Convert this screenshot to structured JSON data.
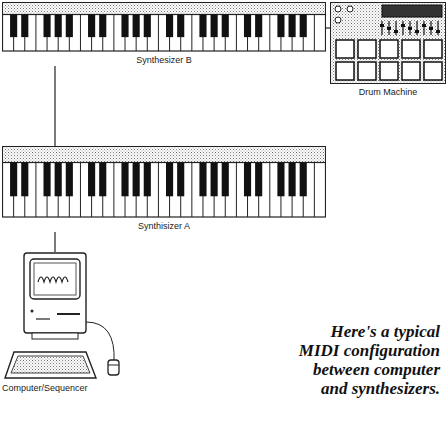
{
  "diagram": {
    "caption": "Here's a typical MIDI configuration between computer and synthesizers.",
    "nodes": [
      {
        "text": [
          "Synthesizer B"
        ]
      },
      {
        "text": [
          "Drum Machine"
        ]
      },
      {
        "text": [
          "Synthisizer A"
        ]
      },
      {
        "text": [
          "Computer/Sequencer"
        ]
      }
    ],
    "edges": [
      {
        "from": 0,
        "to": 1,
        "arrow": "none"
      },
      {
        "from": 0,
        "to": 2,
        "arrow": "none"
      },
      {
        "from": 2,
        "to": 3,
        "arrow": "none"
      }
    ]
  }
}
